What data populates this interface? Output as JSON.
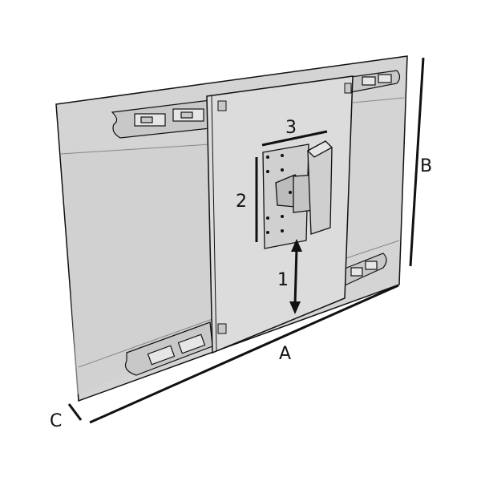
{
  "diagram": {
    "dimension_labels": {
      "width": "A",
      "height": "B",
      "depth": "C"
    },
    "part_labels": {
      "vertical_offset": "1",
      "plate_height": "2",
      "plate_width": "3"
    },
    "colors": {
      "panel": "#d4d4d4",
      "plate": "#dcdcdc",
      "stroke": "#111111",
      "bracket": "#c8c8c8"
    }
  }
}
